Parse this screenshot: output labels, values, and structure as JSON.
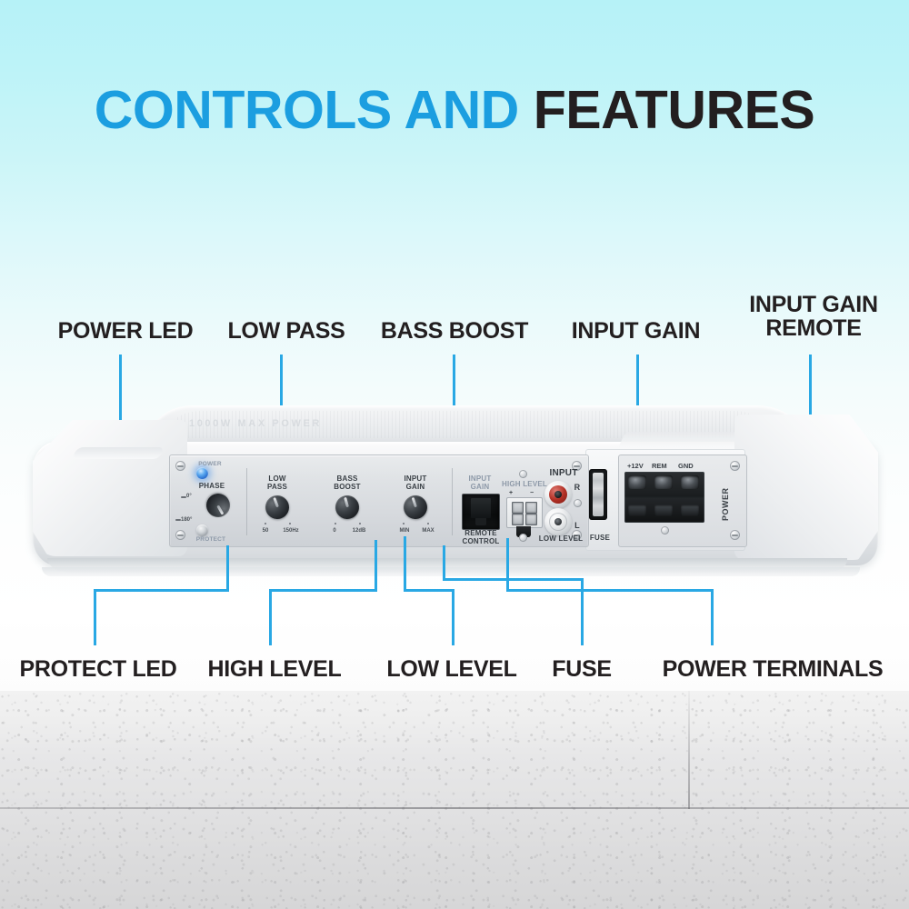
{
  "title": {
    "part_blue": "CONTROLS AND ",
    "part_dark": "FEATURES"
  },
  "colors": {
    "accent_blue": "#29a8e4",
    "title_blue": "#1b9ee0",
    "title_dark": "#231f20",
    "sky_top": "#b6f2f7",
    "ground": "#e2e2e3"
  },
  "callouts": {
    "top": [
      {
        "label": "POWER LED"
      },
      {
        "label": "LOW PASS"
      },
      {
        "label": "BASS BOOST"
      },
      {
        "label": "INPUT GAIN"
      },
      {
        "label_line1": "INPUT GAIN",
        "label_line2": "REMOTE"
      }
    ],
    "bottom": [
      {
        "label": "PROTECT LED"
      },
      {
        "label": "HIGH LEVEL"
      },
      {
        "label": "LOW LEVEL"
      },
      {
        "label": "FUSE"
      },
      {
        "label": "POWER TERMINALS"
      }
    ]
  },
  "amplifier": {
    "chassis_emboss": "1000W MAX POWER",
    "panel": {
      "power_led_label": "POWER",
      "protect_led_label": "PROTECT",
      "phase": {
        "label": "PHASE",
        "min": "0°",
        "max": "180°"
      },
      "knobs": [
        {
          "line1": "LOW",
          "line2": "PASS",
          "scale_min": "50",
          "scale_max": "150Hz"
        },
        {
          "line1": "BASS",
          "line2": "BOOST",
          "scale_min": "0",
          "scale_max": "12dB"
        },
        {
          "line1": "INPUT",
          "line2": "GAIN",
          "scale_min": "MIN",
          "scale_max": "MAX"
        }
      ],
      "remote": {
        "title_line1": "INPUT",
        "title_line2": "GAIN",
        "caption_line1": "REMOTE",
        "caption_line2": "CONTROL"
      },
      "high_level": {
        "label": "HIGH LEVEL",
        "plus": "+",
        "minus": "−"
      },
      "inputs": {
        "heading": "INPUT",
        "right_channel": "R",
        "left_channel": "L",
        "caption": "LOW LEVEL"
      },
      "fuse": {
        "label": "FUSE"
      },
      "power_terminals": {
        "heading": "POWER",
        "terminals": [
          "+12V",
          "REM",
          "GND"
        ]
      }
    }
  }
}
